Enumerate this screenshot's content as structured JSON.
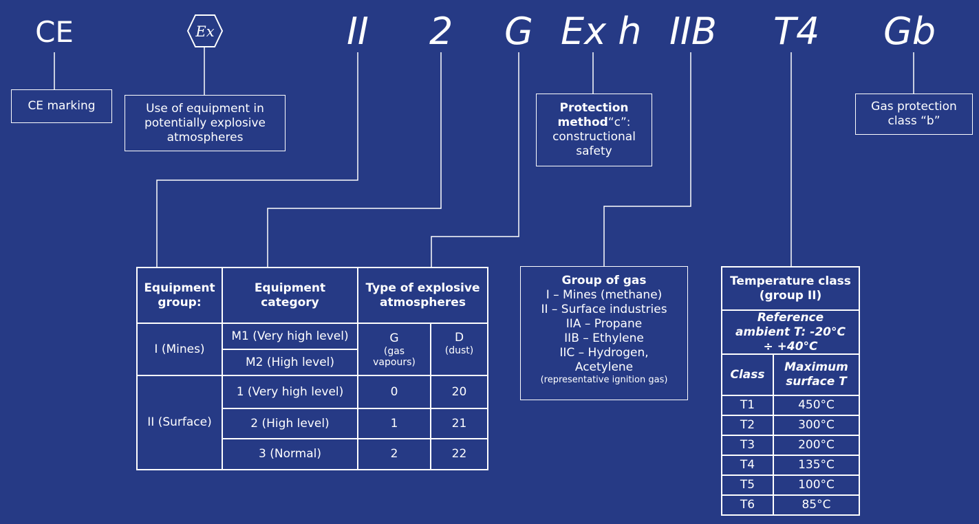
{
  "marking": {
    "ce": "CE",
    "ex_symbol": "Ex",
    "group": "II",
    "category": "2",
    "atmosphere": "G",
    "ex_h": "Ex h",
    "gas_group": "IIB",
    "temp_class": "T4",
    "protection_level": "Gb"
  },
  "labels": {
    "ce_marking": "CE marking",
    "explosive_use": "Use of equipment in potentially explosive atmospheres",
    "protection_bold": "Protection method",
    "protection_rest": "“c”: constructional safety",
    "gas_protection": "Gas protection class “b”"
  },
  "equipment_table": {
    "headers": [
      "Equipment group:",
      "Equipment category",
      "Type of explosive atmospheres"
    ],
    "group_mines": "I (Mines)",
    "group_surface": "II (Surface)",
    "m1": "M1 (Very high level)",
    "m2": "M2 (High level)",
    "g_label": "G",
    "g_sub": "(gas vapours)",
    "d_label": "D",
    "d_sub": "(dust)",
    "rows": [
      {
        "category": "1 (Very high level)",
        "g": "0",
        "d": "20"
      },
      {
        "category": "2 (High level)",
        "g": "1",
        "d": "21"
      },
      {
        "category": "3 (Normal)",
        "g": "2",
        "d": "22"
      }
    ]
  },
  "gas_group_box": {
    "title": "Group of gas",
    "lines": [
      "I – Mines (methane)",
      "II – Surface industries",
      "IIA – Propane",
      "IIB – Ethylene",
      "IIC – Hydrogen,",
      "Acetylene"
    ],
    "note": "(representative ignition gas)"
  },
  "temperature_table": {
    "title": "Temperature class (group II)",
    "reference": "Reference ambient T: -20°C ÷ +40°C",
    "col_class": "Class",
    "col_max": "Maximum surface T",
    "rows": [
      {
        "cls": "T1",
        "temp": "450°C"
      },
      {
        "cls": "T2",
        "temp": "300°C"
      },
      {
        "cls": "T3",
        "temp": "200°C"
      },
      {
        "cls": "T4",
        "temp": "135°C"
      },
      {
        "cls": "T5",
        "temp": "100°C"
      },
      {
        "cls": "T6",
        "temp": "85°C"
      }
    ]
  }
}
